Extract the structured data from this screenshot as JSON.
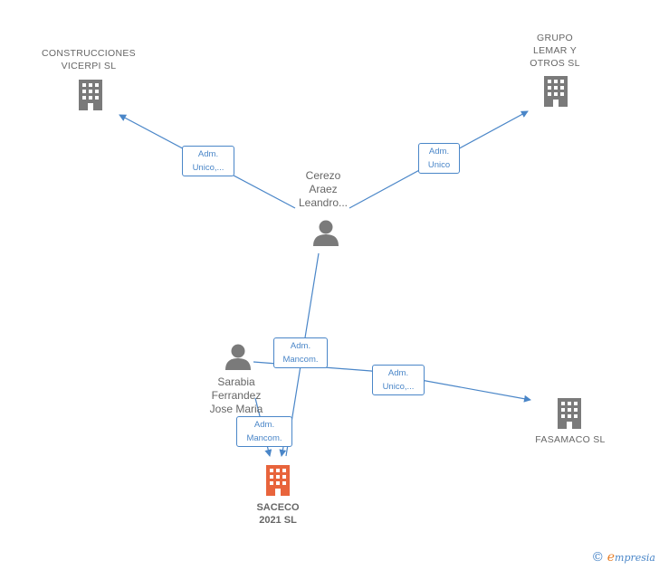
{
  "colors": {
    "edge": "#4a86c8",
    "company": "#7a7a7a",
    "focus": "#e8643c",
    "person": "#7a7a7a"
  },
  "nodes": {
    "construcciones": {
      "label": "CONSTRUCCIONES\nVICERPI  SL",
      "icon": "building-icon"
    },
    "grupo": {
      "label": "GRUPO\nLEMAR Y\nOTROS  SL",
      "icon": "building-icon"
    },
    "cerezo": {
      "label": "Cerezo\nAraez\nLeandro...",
      "icon": "person-icon"
    },
    "sarabia": {
      "label": "Sarabia\nFerrandez\nJose Maria",
      "icon": "person-icon"
    },
    "fasamaco": {
      "label": "FASAMACO  SL",
      "icon": "building-icon"
    },
    "saceco": {
      "label": "SACECO\n2021  SL",
      "icon": "building-icon"
    }
  },
  "edges": {
    "cerezo_construcciones": "Adm.\nUnico,...",
    "cerezo_grupo": "Adm.\nUnico",
    "cerezo_saceco": "Adm.\nMancom.",
    "sarabia_fasamaco": "Adm.\nUnico,...",
    "sarabia_saceco": "Adm.\nMancom."
  },
  "footer": {
    "copyright": "©",
    "brand_initial": "e",
    "brand_rest": "mpresia"
  }
}
